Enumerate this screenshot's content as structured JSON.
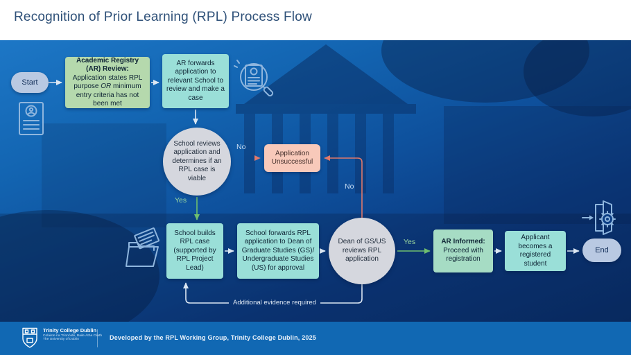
{
  "header": {
    "title": "Recognition of Prior Learning (RPL) Process Flow"
  },
  "flow": {
    "start": {
      "label": "Start"
    },
    "end": {
      "label": "End"
    },
    "ar_review": {
      "bold": "Academic Registry (AR) Review:",
      "text_before_or": " Application states RPL purpose ",
      "or": "OR",
      "text_after_or": " minimum entry criteria has not been met"
    },
    "ar_forwards": {
      "text": "AR forwards application to relevant School to review and make a case"
    },
    "school_reviews": {
      "text": "School reviews application and determines if an RPL case is viable"
    },
    "application_unsuccessful": {
      "text": "Application Unsuccessful"
    },
    "school_builds": {
      "text": "School builds RPL case (supported by RPL Project Lead)"
    },
    "school_forwards": {
      "text": "School forwards RPL application to Dean of Graduate Studies (GS)/ Undergraduate Studies (US) for approval"
    },
    "dean_reviews": {
      "text": "Dean of GS/US reviews RPL application"
    },
    "ar_informed": {
      "bold": "AR Informed:",
      "text": " Proceed with registration"
    },
    "registered_student": {
      "text": "Applicant becomes a registered student"
    },
    "labels": {
      "yes_school": "Yes",
      "no_school": "No",
      "yes_dean": "Yes",
      "no_dean": "No",
      "additional_evidence": "Additional evidence required"
    }
  },
  "icons": {
    "application_document": "application-document-icon",
    "review_magnifier": "document-review-magnifier-icon",
    "case_folder": "open-folder-documents-icon",
    "exit_door": "exit-door-gear-icon",
    "footer_shield": "trinity-shield-icon"
  },
  "colors": {
    "teal_box": "#9adfd8",
    "green_box": "#b5d9ad",
    "mint_box": "#a6dcc4",
    "pink_box": "#f8c9ba",
    "circle_node": "#d5d7de",
    "pill_node": "#b9c9e2",
    "arrow_white": "#dce7f3",
    "arrow_green": "#6fbf6f",
    "arrow_salmon": "#e0796b",
    "footer_bar": "#1168b3",
    "title_text": "#2e5078"
  },
  "footer": {
    "logo": {
      "name": "Trinity College Dublin",
      "irish": "Coláiste na Tríonóide, Baile Átha Cliath",
      "sub": "The University of Dublin"
    },
    "credit": "Developed by the RPL Working Group, Trinity College Dublin, 2025"
  }
}
